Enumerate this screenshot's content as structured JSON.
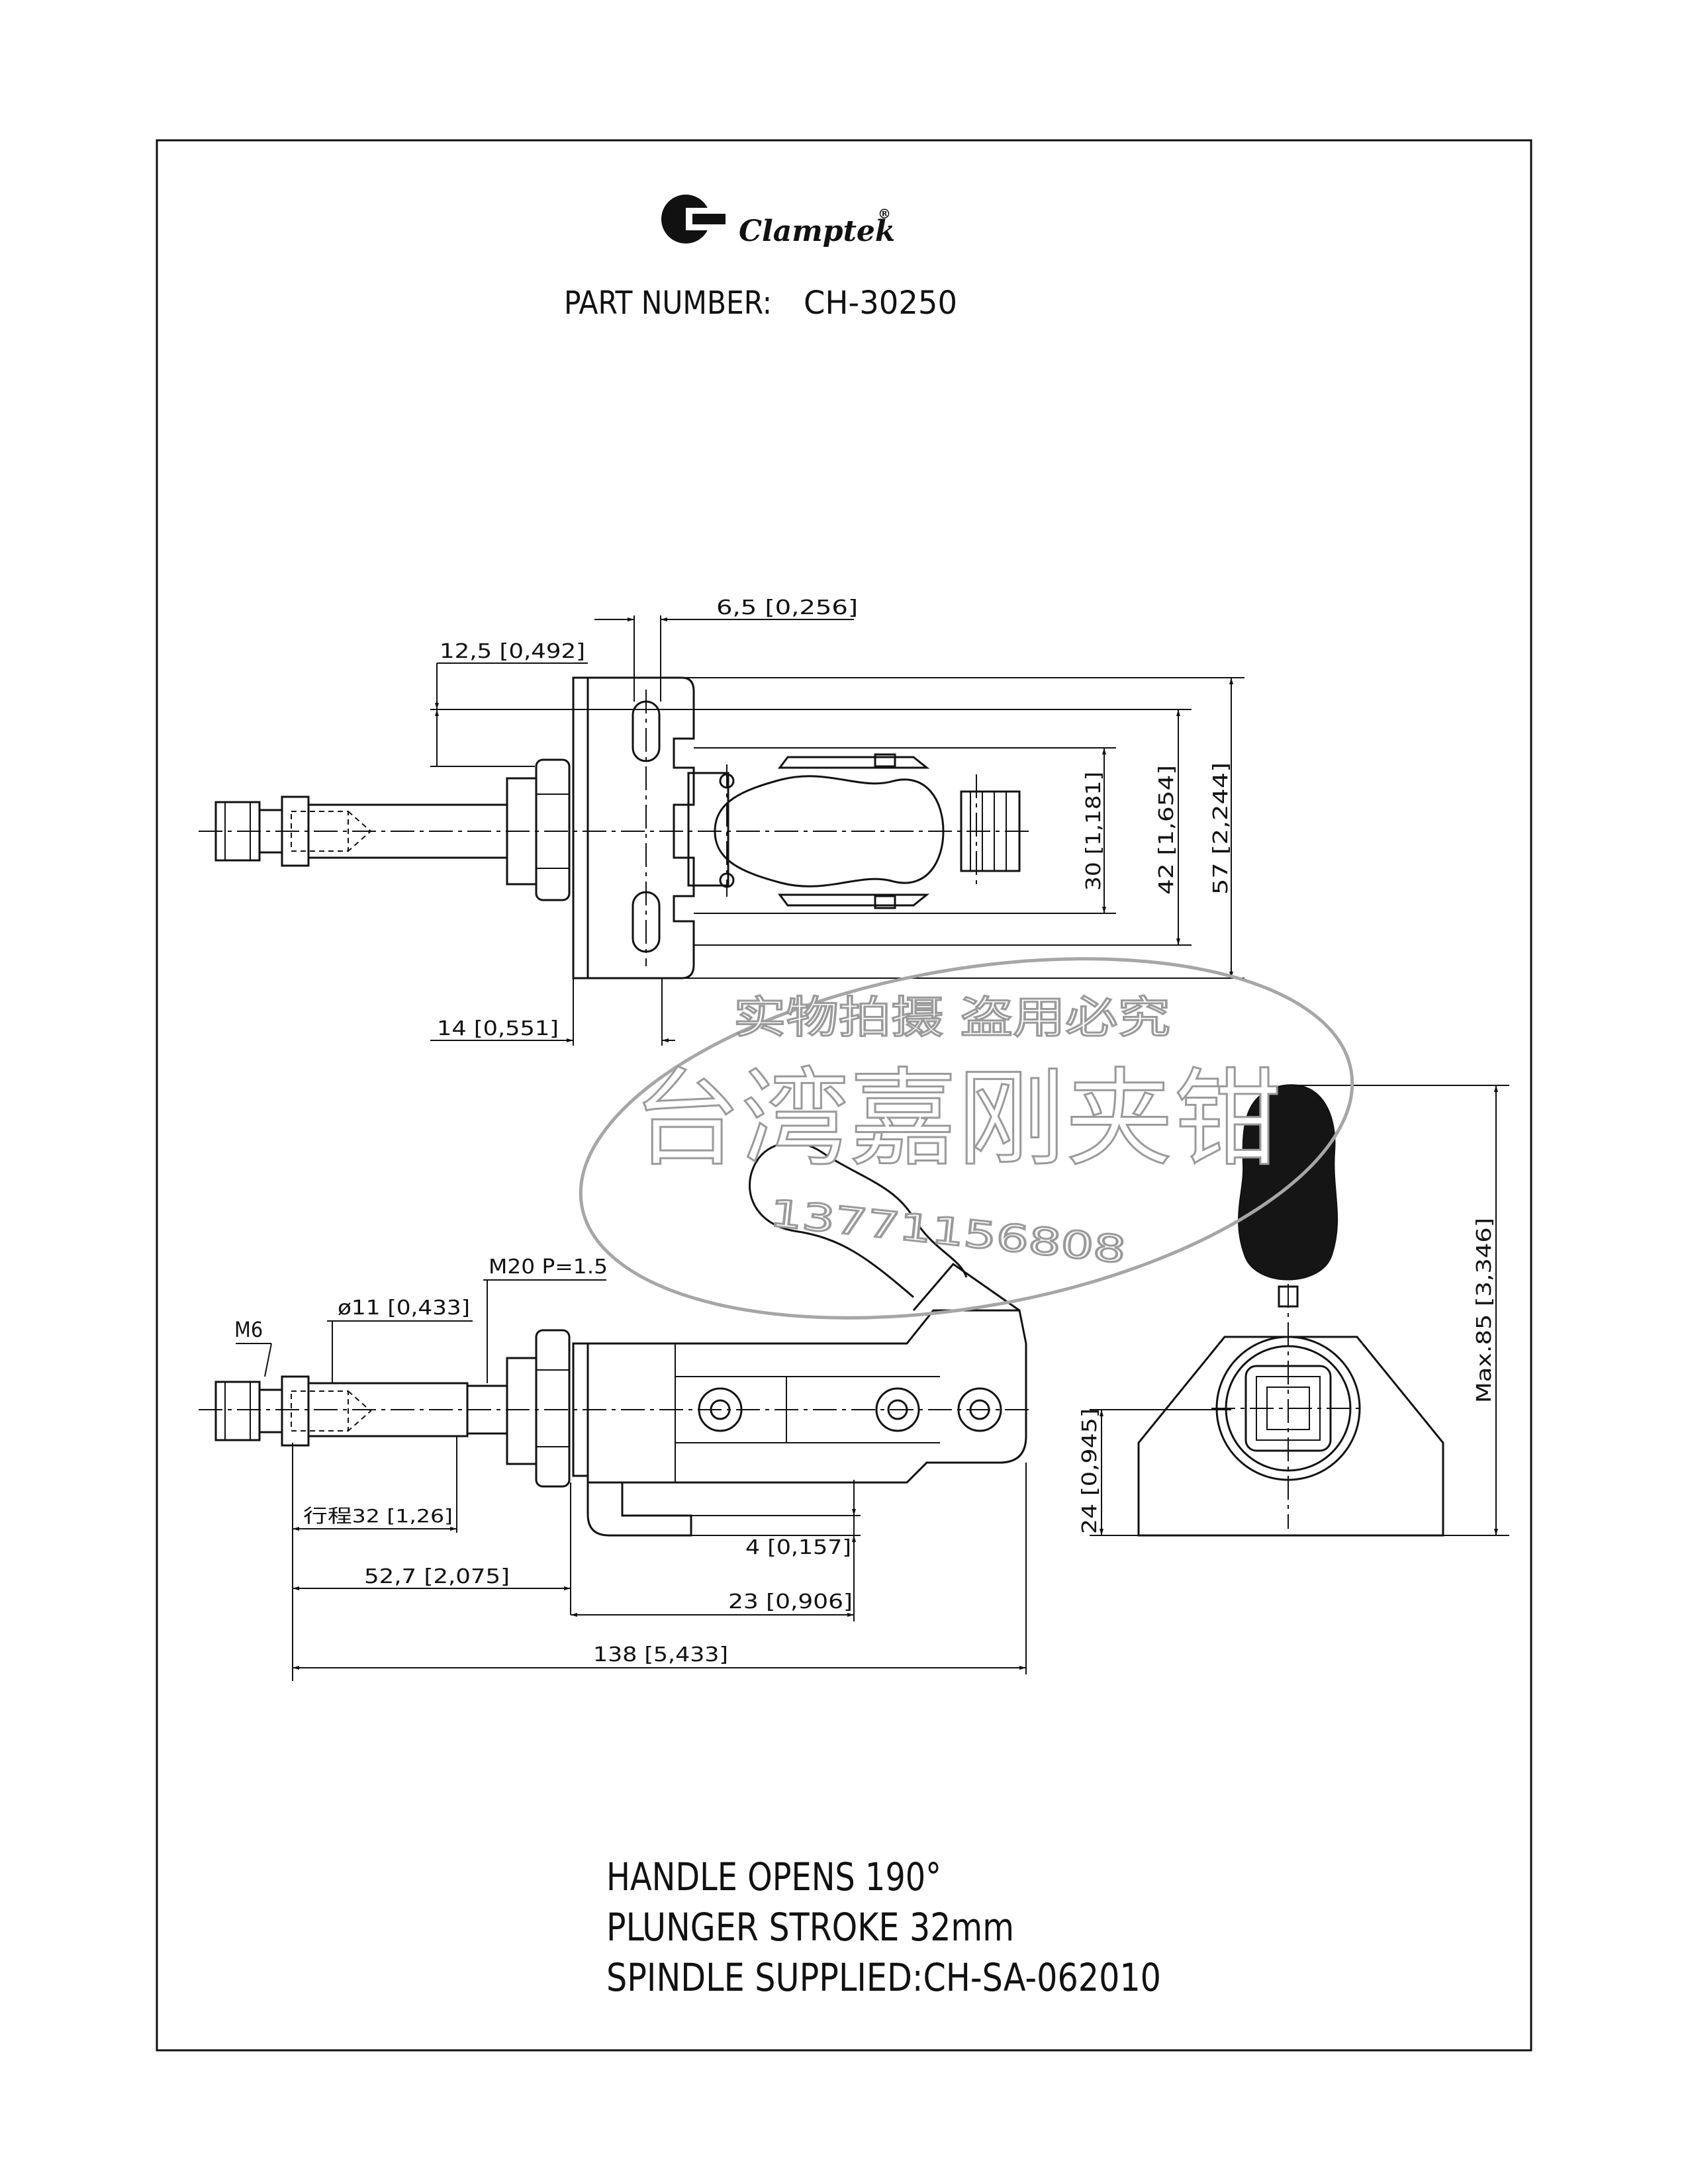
{
  "brand": {
    "name": "Clamptek",
    "mark": "®",
    "logo_icon": "c-clamp-logo-icon"
  },
  "part_number": {
    "label": "PART NUMBER:",
    "value": "CH-30250"
  },
  "top_view": {
    "dims": {
      "d1": "6,5 [0,256]",
      "d2": "12,5 [0,492]",
      "d3": "14 [0,551]",
      "d4": "30 [1,181]",
      "d5": "42 [1,654]",
      "d6": "57 [2,244]"
    }
  },
  "side_view": {
    "dims": {
      "m6": "M6",
      "thread": "M20 P=1.5",
      "dia": "ø11 [0,433]",
      "stroke": "行程32 [1,26]",
      "d527": "52,7 [2,075]",
      "d4": "4 [0,157]",
      "d23": "23 [0,906]",
      "d138": "138 [5,433]"
    }
  },
  "end_view": {
    "dims": {
      "d24": "24 [0,945]",
      "max85": "Max.85 [3,346]"
    }
  },
  "watermark": {
    "line1": "实物拍摄 盗用必究",
    "line2": "台湾嘉刚夹钳",
    "phone": "13771156808"
  },
  "notes": [
    "HANDLE OPENS 190°",
    "PLUNGER STROKE 32mm",
    "SPINDLE SUPPLIED:CH-SA-062010"
  ]
}
